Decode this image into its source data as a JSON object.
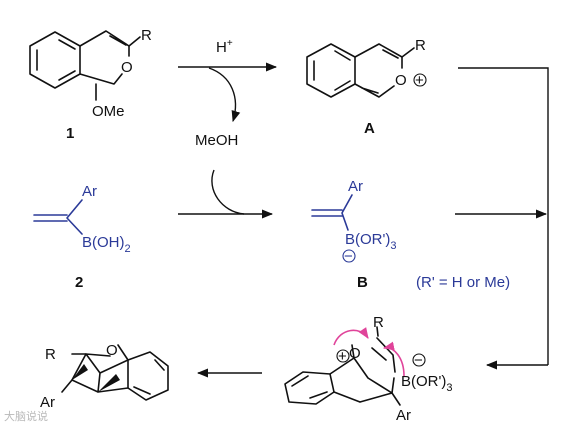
{
  "compound_1": {
    "r": "R",
    "o": "O",
    "ome": "OMe",
    "number": "1"
  },
  "intermediate_A": {
    "r": "R",
    "o": "O",
    "charge": "+",
    "letter": "A"
  },
  "step1": {
    "reagent": "H",
    "reagent_sup": "+",
    "byproduct": "MeOH"
  },
  "compound_2": {
    "ar": "Ar",
    "boron": "B(OH)",
    "boron_sub": "2",
    "number": "2"
  },
  "intermediate_B": {
    "ar": "Ar",
    "boron": "B(OR')",
    "boron_sub": "3",
    "charge": "−",
    "letter": "B"
  },
  "note": "(R' = H or Me)",
  "transition": {
    "r": "R",
    "o": "O",
    "o_charge": "+",
    "b_charge": "−",
    "boron": "B(OR')",
    "boron_sub": "3",
    "ar": "Ar"
  },
  "product": {
    "r": "R",
    "o": "O",
    "ar": "Ar"
  },
  "watermark": "大脑说说",
  "colors": {
    "black": "#111111",
    "blue": "#2b3a98",
    "pink": "#e0449a"
  }
}
